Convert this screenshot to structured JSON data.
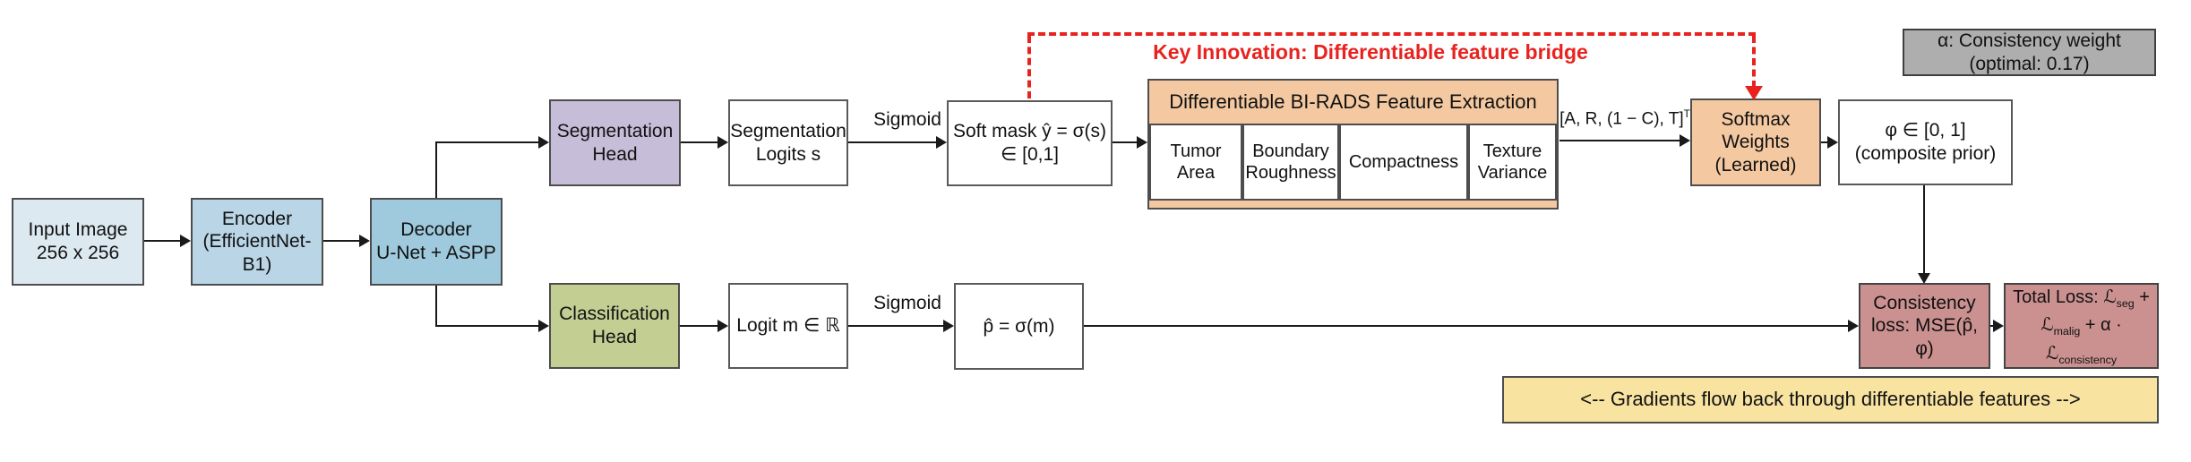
{
  "nodes": {
    "input": "Input Image\n256 x 256",
    "encoder": "Encoder\n(EfficientNet-\nB1)",
    "decoder": "Decoder\nU-Net + ASPP",
    "seg_head": "Segmentation\nHead",
    "seg_logits": "Segmentation\nLogits s",
    "soft_mask": "Soft mask ŷ = σ(s)\n∈ [0,1]",
    "class_head": "Classification\nHead",
    "logit_m": "Logit m ∈ ℝ",
    "p_hat": "p̂ = σ(m)",
    "softmax": "Softmax\nWeights\n(Learned)",
    "phi": "φ ∈ [0, 1]\n(composite prior)",
    "consistency": "Consistency\nloss: MSE(p̂, φ)",
    "alpha_note": "α: Consistency weight\n(optimal: 0.17)",
    "gradients_note": "<-- Gradients flow back through differentiable features -->"
  },
  "birads": {
    "title": "Differentiable BI-RADS Feature Extraction",
    "features": [
      "Tumor\nArea",
      "Boundary\nRoughness",
      "Compactness",
      "Texture\nVariance"
    ]
  },
  "edge_labels": {
    "sigmoid_top": "Sigmoid",
    "sigmoid_bottom": "Sigmoid",
    "feature_vector": "[A, R, (1 − C), T]",
    "feature_vector_sup": "T"
  },
  "annotations": {
    "key_innovation": "Key Innovation: Differentiable feature bridge"
  },
  "total_loss": {
    "p1": "Total Loss: ℒ",
    "s1": "seg",
    "p2": " + ℒ",
    "s2": "malig",
    "p3": " + α · ℒ",
    "s3": "consistency"
  },
  "colors": {
    "red_accent": "#e8231f",
    "tan": "#f4c9a1",
    "rose": "#cb9190",
    "yellow": "#f8e3a1",
    "gray": "#aeaeae",
    "input_blue": "#dce9f1",
    "encoder_blue": "#b9d5e6",
    "decoder_blue": "#9fc9dd",
    "lavender": "#c6bdd8",
    "olive": "#c3ce92"
  }
}
